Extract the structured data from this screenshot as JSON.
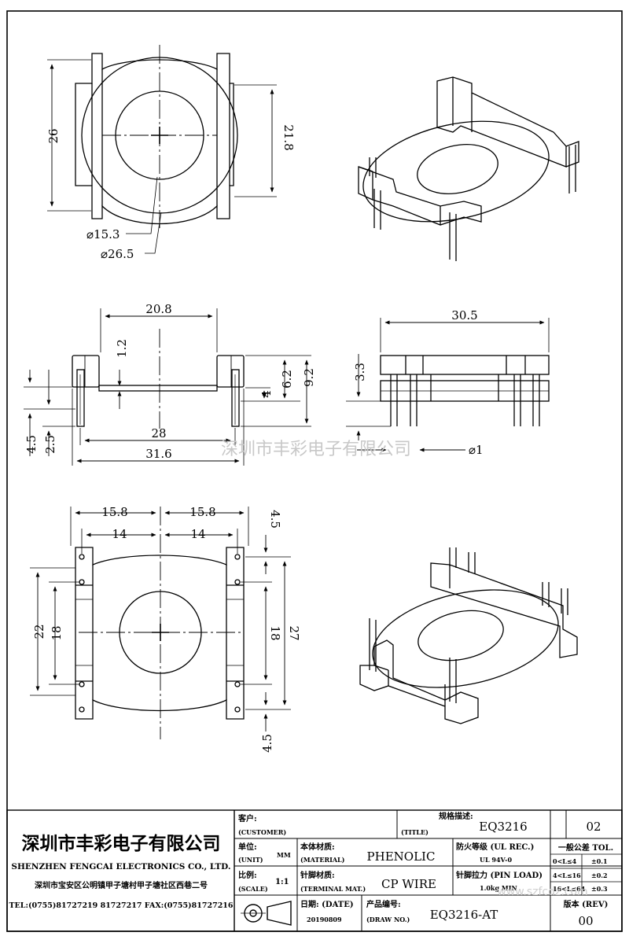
{
  "top_view": {
    "d26": "26",
    "d21_8": "21.8",
    "dia15_3": "⌀15.3",
    "dia26_5": "⌀26.5"
  },
  "side_view": {
    "d20_8": "20.8",
    "d1_2": "1.2",
    "d4": "4",
    "d6_2": "6.2",
    "d9_2": "9.2",
    "d4_5": "4.5",
    "d2_5": "2.5",
    "d28": "28",
    "d31_6": "31.6"
  },
  "end_view": {
    "d30_5": "30.5",
    "d3_3": "3.3",
    "dia1": "⌀1"
  },
  "bottom_view": {
    "d15_8_left": "15.8",
    "d15_8_right": "15.8",
    "d14_left": "14",
    "d14_right": "14",
    "d4_5_top": "4.5",
    "d22": "22",
    "d18_left": "18",
    "d18_right": "18",
    "d27": "27",
    "d4_5_bottom": "4.5"
  },
  "watermark": "深圳市丰彩电子有限公司",
  "title_block": {
    "company_cn": "深圳市丰彩电子有限公司",
    "company_en": "SHENZHEN FENGCAI ELECTRONICS CO., LTD.",
    "address": "深圳市宝安区公明镇甲子塘村甲子塘社区西巷二号",
    "contact": "TEL:(0755)81727219  81727217   FAX:(0755)81727216",
    "customer_label": "客户:",
    "customer_label_en": "(CUSTOMER)",
    "unit_label": "单位:",
    "unit_label_en": "(UNIT)",
    "unit_value": "MM",
    "scale_label": "比例:",
    "scale_label_en": "(SCALE)",
    "scale_value": "1:1",
    "material_label": "本体材质:",
    "material_label_en": "(MATERIAL)",
    "material_value": "PHENOLIC",
    "terminal_label": "针脚材质:",
    "terminal_label_en": "(TERMINAL MAT.)",
    "terminal_value": "CP WIRE",
    "date_label": "日期:  (DATE)",
    "date_value": "20190809",
    "drawno_label": "产品编号:",
    "drawno_label_en": "(DRAW NO.)",
    "drawno_value": "EQ3216-AT",
    "title_label": "规格描述:",
    "title_label_en": "(TITLE)",
    "title_value": "EQ3216",
    "sheet_value": "02",
    "flame_label": "防火等级 (UL REC.)",
    "flame_value": "UL 94V-0",
    "pull_label": "针脚拉力 (PIN LOAD)",
    "pull_value": "1.0kg MIN",
    "tol_label": "一般公差 TOL.",
    "tol_rows": [
      {
        "range": "0<L≤4",
        "value": "±0.1"
      },
      {
        "range": "4<L≤16",
        "value": "±0.2"
      },
      {
        "range": "16<L≤64",
        "value": "±0.3"
      }
    ],
    "rev_label": "版本 (REV)",
    "rev_value": "00",
    "site_mark": "www.szfcdz.com"
  }
}
